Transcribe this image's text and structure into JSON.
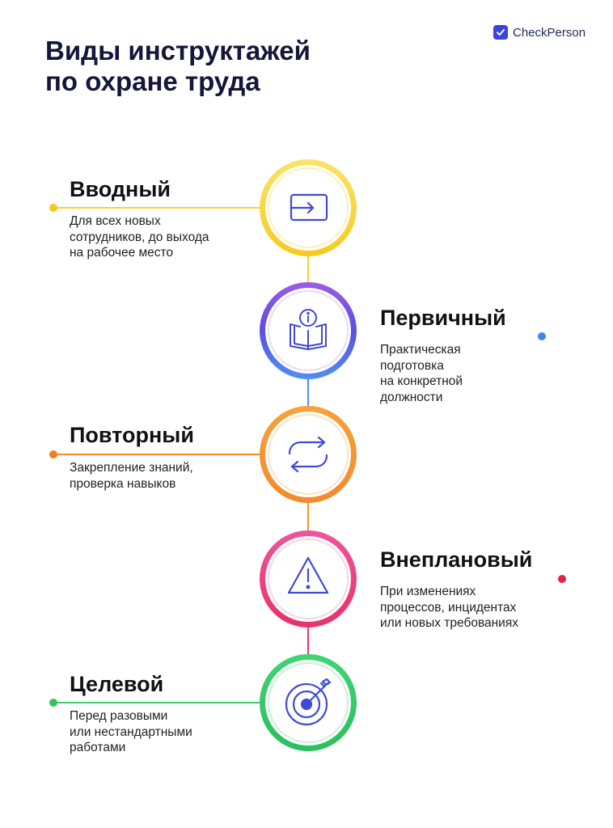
{
  "title": {
    "line1": "Виды инструктажей",
    "line2": "по охране труда"
  },
  "brand": {
    "name": "CheckPerson",
    "icon": "check-icon",
    "color": "#3b45d9"
  },
  "steps": [
    {
      "heading": "Вводный",
      "description_lines": [
        "Для всех новых",
        "сотрудников, до выхода",
        "на рабочее место"
      ],
      "icon": "sign-in-icon",
      "color": "#f7d02b"
    },
    {
      "heading": "Первичный",
      "description_lines": [
        "Практическая",
        "подготовка",
        "на конкретной",
        "должности"
      ],
      "icon": "book-info-icon",
      "color": "#7b4fe0"
    },
    {
      "heading": "Повторный",
      "description_lines": [
        "Закрепление знаний,",
        "проверка навыков"
      ],
      "icon": "repeat-icon",
      "color": "#f28a25"
    },
    {
      "heading": "Внеплановый",
      "description_lines": [
        "При изменениях",
        "процессов, инцидентах",
        "или новых требованиях"
      ],
      "icon": "warning-icon",
      "color": "#ec2f5c"
    },
    {
      "heading": "Целевой",
      "description_lines": [
        "Перед разовыми",
        "или нестандартными",
        "работами"
      ],
      "icon": "target-icon",
      "color": "#33cc66"
    }
  ]
}
